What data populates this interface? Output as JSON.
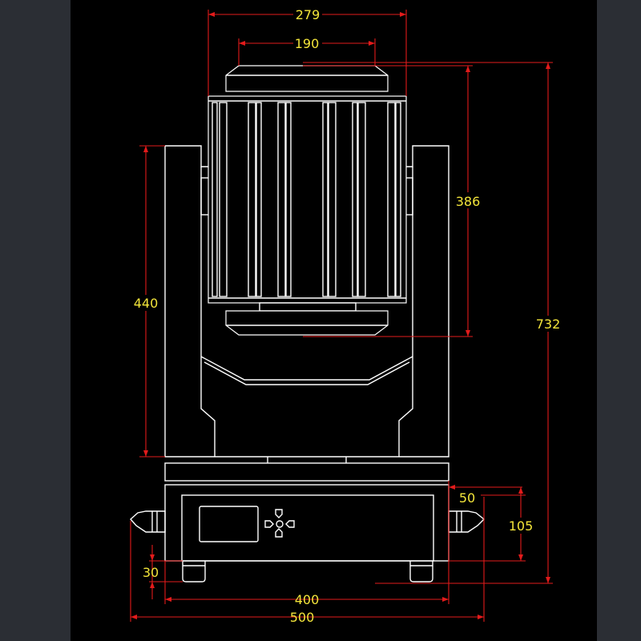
{
  "colors": {
    "background": "#000000",
    "outline": "#ffffff",
    "dimension_line": "#e21b1b",
    "dimension_text": "#f3e53a"
  },
  "dimensions": {
    "top_width": "279",
    "lens_width": "190",
    "head_height": "386",
    "arm_height": "440",
    "total_height": "732",
    "handle_offset": "50",
    "handle_height": "105",
    "foot_height": "30",
    "base_width": "400",
    "overall_width": "500"
  },
  "control_panel": {
    "display": "lcd-screen",
    "buttons": [
      "up-icon",
      "left-icon",
      "right-icon",
      "down-icon",
      "center-icon"
    ]
  }
}
